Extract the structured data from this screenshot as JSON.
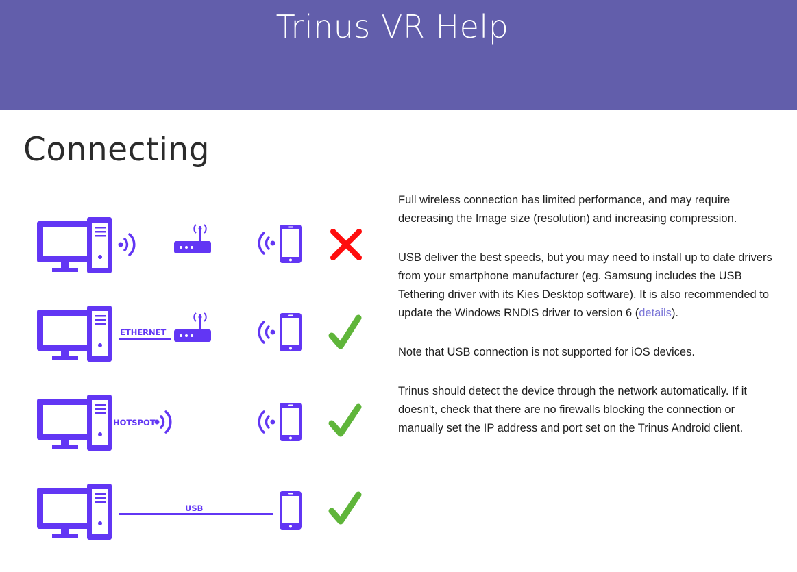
{
  "header": {
    "site_title": "Trinus VR Help",
    "background": "#625eab"
  },
  "page": {
    "title": "Connecting"
  },
  "diagram": {
    "accent": "#6236f4",
    "rows": [
      {
        "name": "full-wireless",
        "link_label": "",
        "status": "not-recommended",
        "status_icon": "red-x-icon"
      },
      {
        "name": "ethernet-router",
        "link_label": "ETHERNET",
        "status": "recommended",
        "status_icon": "green-check-icon"
      },
      {
        "name": "hotspot",
        "link_label": "HOTSPOT",
        "status": "recommended",
        "status_icon": "green-check-icon"
      },
      {
        "name": "usb",
        "link_label": "USB",
        "status": "recommended",
        "status_icon": "green-check-icon"
      }
    ]
  },
  "content": {
    "p1": "Full wireless connection has limited performance, and may require decreasing the Image size (resolution) and increasing compression.",
    "p2_before": "USB deliver the best speeds, but you may need to install up to date drivers from your smartphone manufacturer (eg. Samsung includes the USB Tethering driver with its Kies Desktop software). It is also recommended to update the Windows RNDIS driver to version 6 (",
    "p2_link": "details",
    "p2_after": ").",
    "p3": "Note that USB connection is not supported for iOS devices.",
    "p4": "Trinus should detect the device through the network automatically. If it doesn't, check that there are no firewalls blocking the connection or manually set the IP address and port set on the Trinus Android client."
  }
}
